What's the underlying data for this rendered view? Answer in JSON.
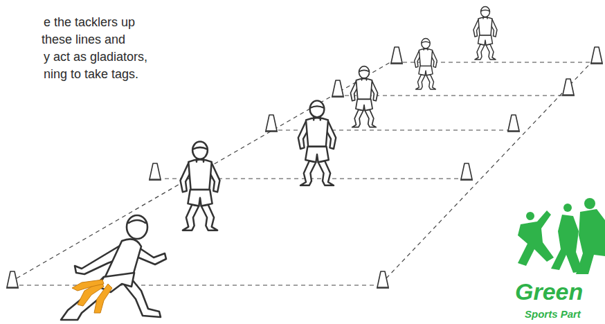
{
  "diagram": {
    "labels": [
      "e the tacklers up",
      "these lines and",
      "y act as gladiators,",
      "ning to take tags.",
      "Green",
      "Sports Part"
    ]
  }
}
